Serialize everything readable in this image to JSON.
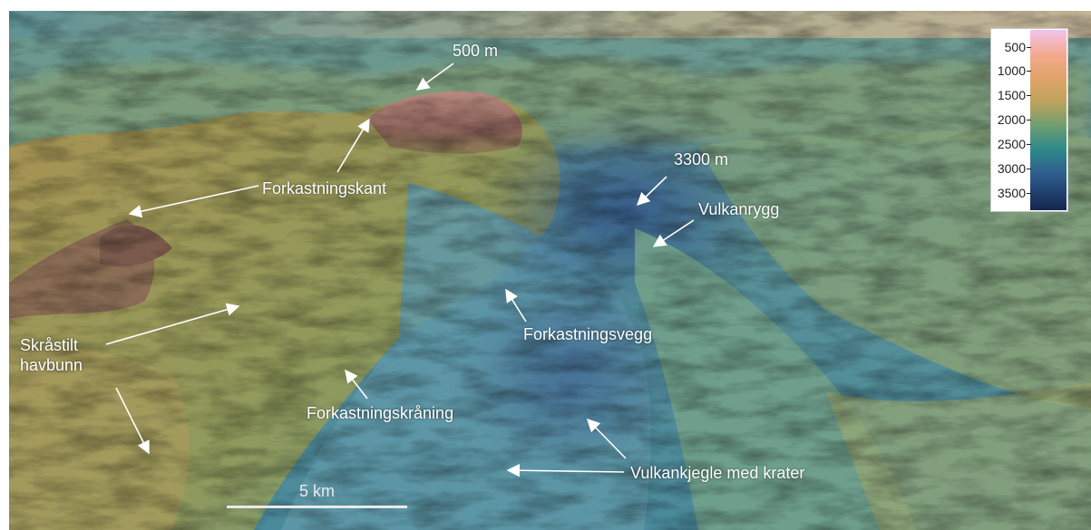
{
  "colors": {
    "peak": "#9b6d67",
    "ridge": "#a69255",
    "slope": "#6e9a80",
    "seafloor": "#4f8d9a",
    "deep": "#2d4f84",
    "label": "#ffffff"
  },
  "labels": {
    "peak_depth": "500 m",
    "deep_depth": "3300 m",
    "fault_edge": "Forkastningskant",
    "volcanic_ridge": "Vulkanrygg",
    "tilted_seafloor_line1": "Skråstilt",
    "tilted_seafloor_line2": "havbunn",
    "fault_wall": "Forkastningsvegg",
    "fault_slope": "Forkastningskråning",
    "volcanic_cone": "Vulkankjegle med krater"
  },
  "legend": {
    "ticks": [
      "500",
      "1000",
      "1500",
      "2000",
      "2500",
      "3000",
      "3500"
    ]
  },
  "scale": {
    "label": "5 km"
  }
}
